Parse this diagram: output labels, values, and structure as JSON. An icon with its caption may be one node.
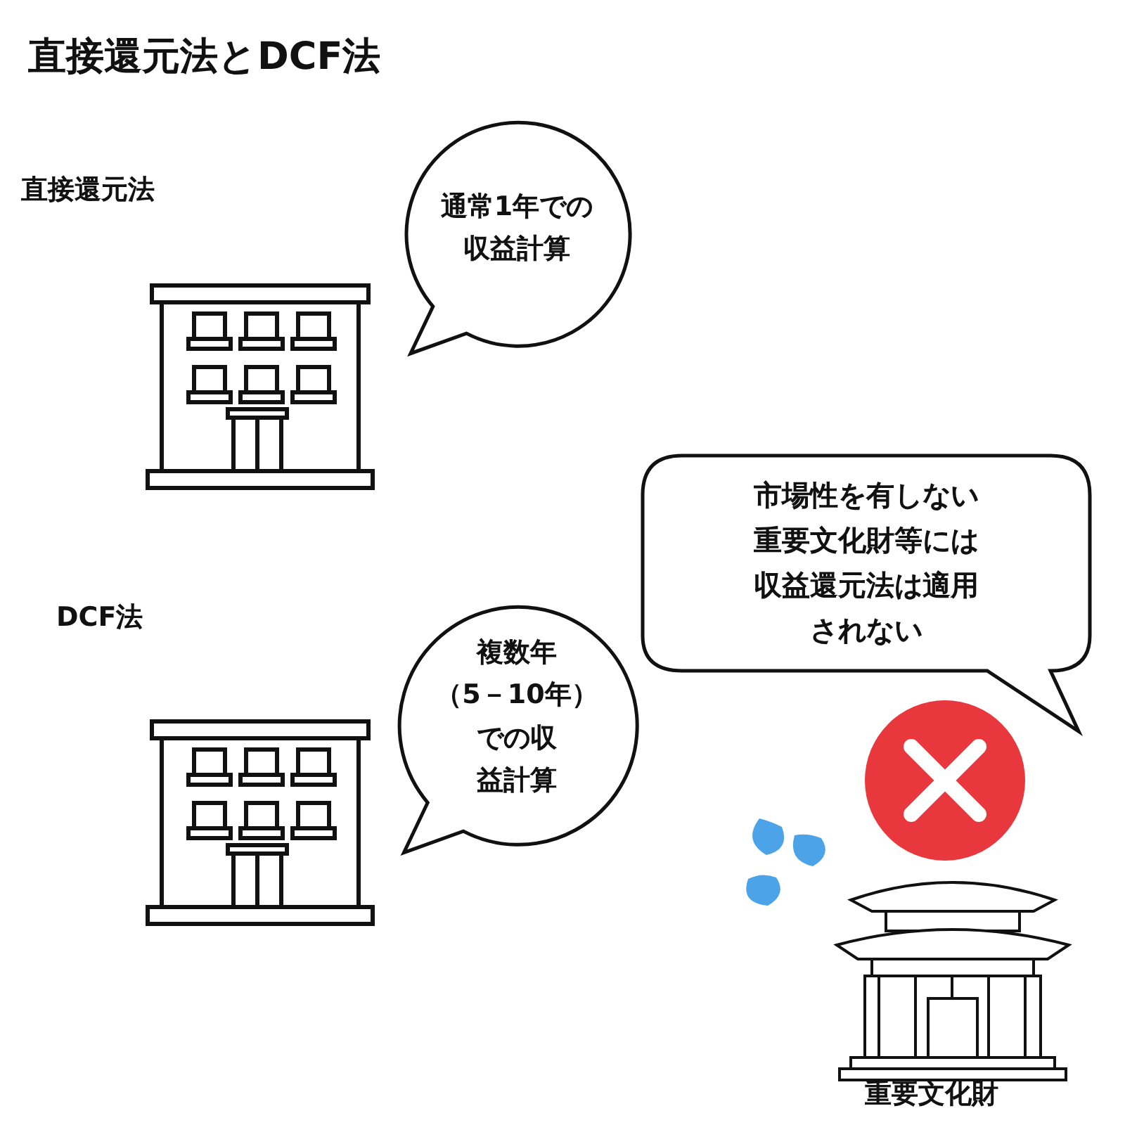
{
  "diagram": {
    "title": "直接還元法とDCF法",
    "nodes": [
      {
        "text": [
          "**通常1年で**の収益計算"
        ]
      },
      {
        "text": [],
        "shape": "picture"
      },
      {
        "text": [
          "**複数年**（5－10年）での収益計算"
        ]
      },
      {
        "text": [],
        "shape": "picture"
      },
      {
        "text": [
          "市場性を有しない重要文化財等には収益還元法は適用されない"
        ]
      },
      {
        "text": [],
        "shape": "picture",
        "beside": [
          "重要文化財"
        ]
      }
    ],
    "edges": [],
    "labels": [
      "直接還元法",
      "DCF法"
    ]
  }
}
